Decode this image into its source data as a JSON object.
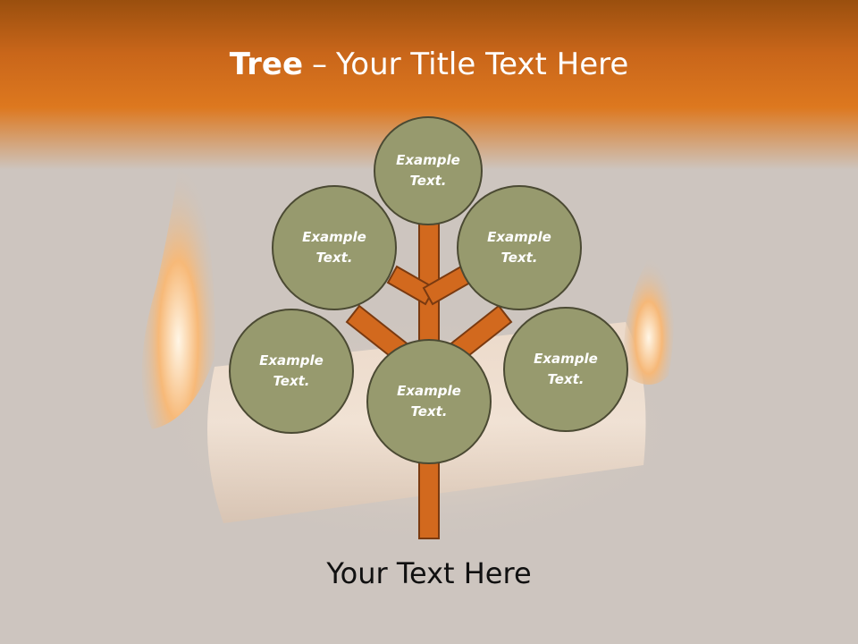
{
  "slide": {
    "title_bold": "Tree",
    "title_dash": "–",
    "title_rest": "Your Title Text Here",
    "footer_text": "Your Text Here"
  },
  "nodes": [
    {
      "id": "top",
      "line1": "Example",
      "line2": "Text."
    },
    {
      "id": "upper-left",
      "line1": "Example",
      "line2": "Text."
    },
    {
      "id": "upper-right",
      "line1": "Example",
      "line2": "Text."
    },
    {
      "id": "left",
      "line1": "Example",
      "line2": "Text."
    },
    {
      "id": "center",
      "line1": "Example",
      "line2": "Text."
    },
    {
      "id": "right",
      "line1": "Example",
      "line2": "Text."
    }
  ],
  "colors": {
    "accent": "#dd781f",
    "trunk": "#d2691e",
    "node_fill": "#979a6e",
    "node_border": "#4b4a33",
    "background": "#cdc5bf"
  }
}
